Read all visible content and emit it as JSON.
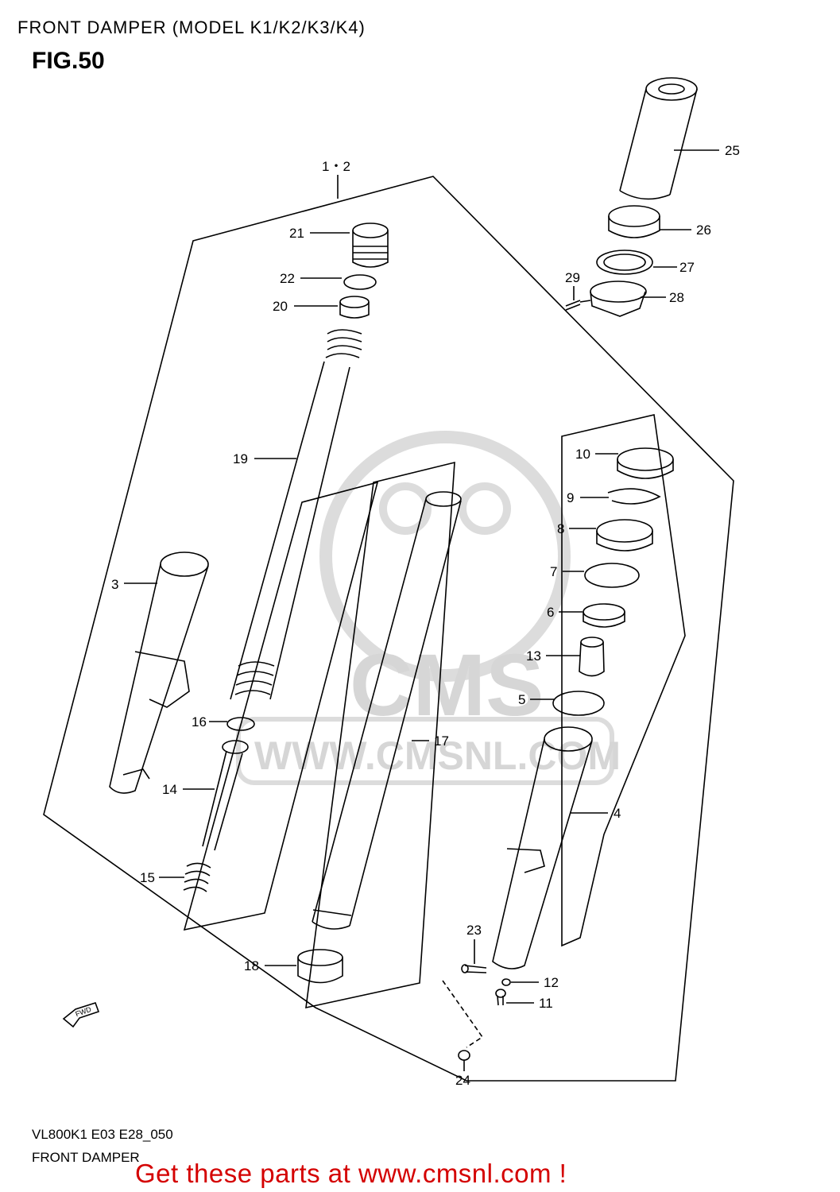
{
  "header": {
    "title": "FRONT DAMPER (MODEL K1/K2/K3/K4)",
    "fig": "FIG.50"
  },
  "footer": {
    "code": "VL800K1 E03 E28_050",
    "name": "FRONT DAMPER"
  },
  "cta": "Get these parts at www.cmsnl.com !",
  "watermark": {
    "logo": "CMS",
    "url": "WWW.CMSNL.COM"
  },
  "fwd_label": "FWD",
  "part_labels": [
    {
      "id": "1-2",
      "text": "1・2"
    },
    {
      "id": "3",
      "text": "3"
    },
    {
      "id": "4",
      "text": "4"
    },
    {
      "id": "5",
      "text": "5"
    },
    {
      "id": "6",
      "text": "6"
    },
    {
      "id": "7",
      "text": "7"
    },
    {
      "id": "8",
      "text": "8"
    },
    {
      "id": "9",
      "text": "9"
    },
    {
      "id": "10",
      "text": "10"
    },
    {
      "id": "11",
      "text": "11"
    },
    {
      "id": "12",
      "text": "12"
    },
    {
      "id": "13",
      "text": "13"
    },
    {
      "id": "14",
      "text": "14"
    },
    {
      "id": "15",
      "text": "15"
    },
    {
      "id": "16",
      "text": "16"
    },
    {
      "id": "17",
      "text": "17"
    },
    {
      "id": "18",
      "text": "18"
    },
    {
      "id": "19",
      "text": "19"
    },
    {
      "id": "20",
      "text": "20"
    },
    {
      "id": "21",
      "text": "21"
    },
    {
      "id": "22",
      "text": "22"
    },
    {
      "id": "23",
      "text": "23"
    },
    {
      "id": "24",
      "text": "24"
    },
    {
      "id": "25",
      "text": "25"
    },
    {
      "id": "26",
      "text": "26"
    },
    {
      "id": "27",
      "text": "27"
    },
    {
      "id": "28",
      "text": "28"
    },
    {
      "id": "29",
      "text": "29"
    }
  ]
}
